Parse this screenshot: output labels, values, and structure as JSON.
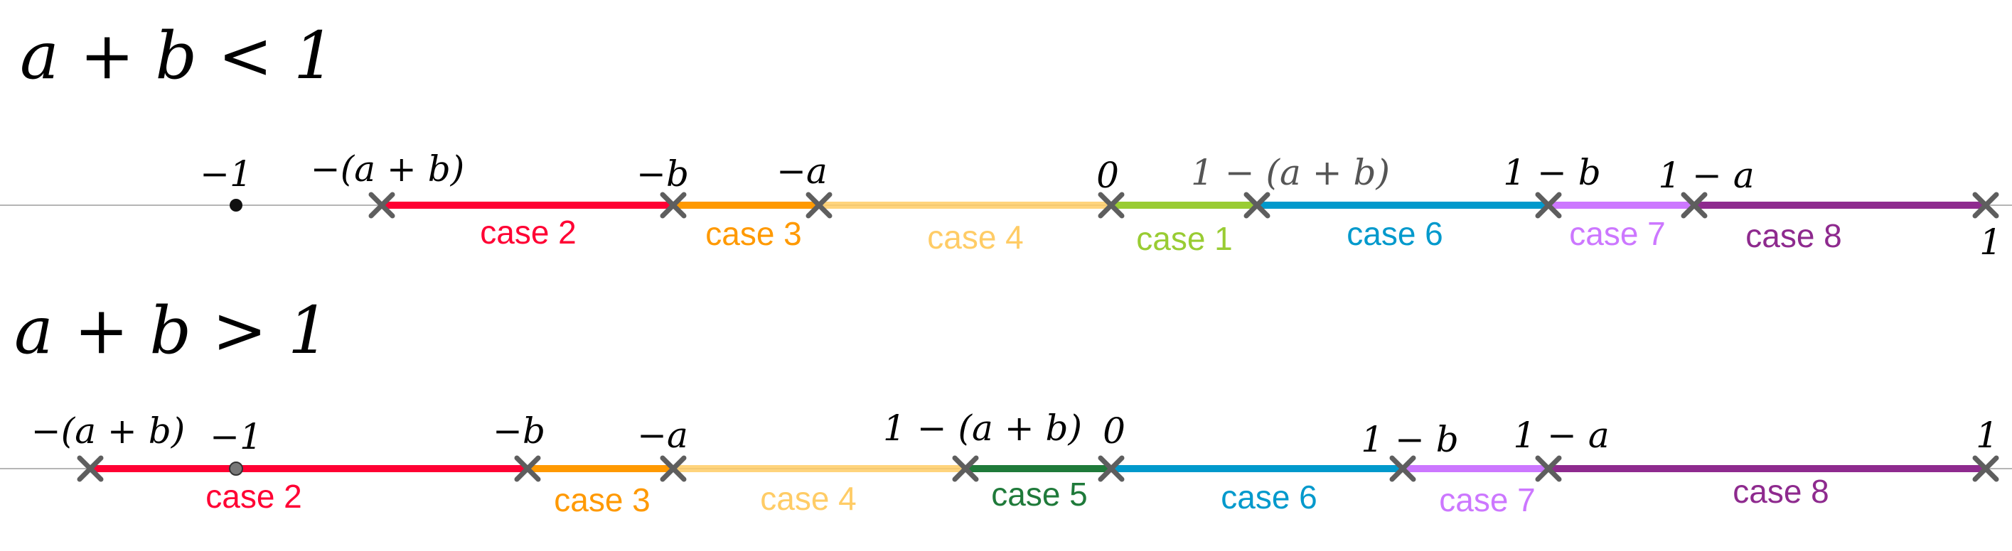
{
  "panels": [
    {
      "title": "a + b < 1",
      "dot_label": "−1",
      "end_label": "1",
      "points": [
        "−(a + b)",
        "−b",
        "−a",
        "0",
        "1 − (a + b)",
        "1 − b",
        "1 − a"
      ],
      "segments": [
        {
          "label": "case 2",
          "color": "#ff0033"
        },
        {
          "label": "case 3",
          "color": "#ff9900"
        },
        {
          "label": "case 4",
          "color": "#ffcc66"
        },
        {
          "label": "case 1",
          "color": "#99cc33"
        },
        {
          "label": "case 6",
          "color": "#0099cc"
        },
        {
          "label": "case 7",
          "color": "#cc77ff"
        },
        {
          "label": "case 8",
          "color": "#8e2a8e"
        }
      ]
    },
    {
      "title": "a + b > 1",
      "dot_label": "−1",
      "end_label": "1",
      "points": [
        "−(a + b)",
        "−b",
        "−a",
        "1 − (a + b)",
        "0",
        "1 − b",
        "1 − a"
      ],
      "segments": [
        {
          "label": "case 2",
          "color": "#ff0033"
        },
        {
          "label": "case 3",
          "color": "#ff9900"
        },
        {
          "label": "case 4",
          "color": "#ffcc66"
        },
        {
          "label": "case 5",
          "color": "#1f7a3a"
        },
        {
          "label": "case 6",
          "color": "#0099cc"
        },
        {
          "label": "case 7",
          "color": "#cc77ff"
        },
        {
          "label": "case 8",
          "color": "#8e2a8e"
        }
      ]
    }
  ]
}
